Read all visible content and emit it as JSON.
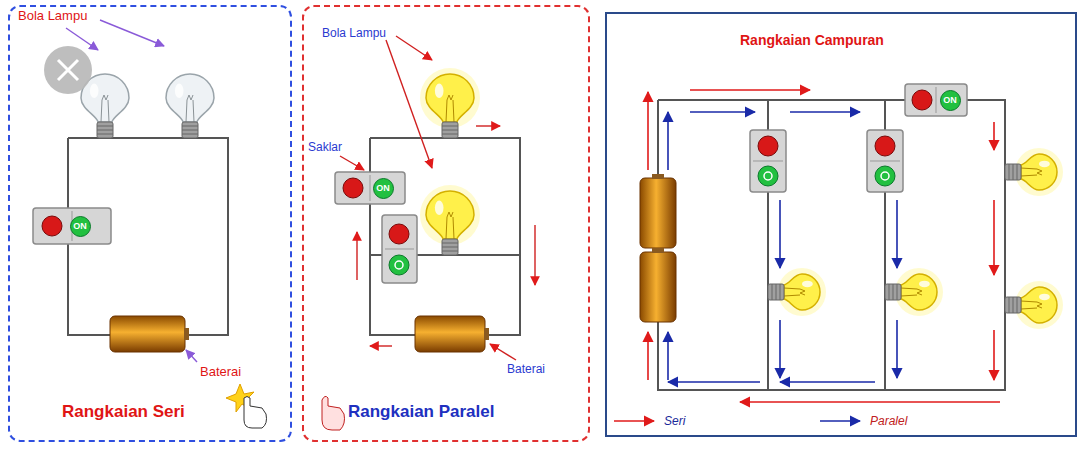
{
  "diagram": {
    "nodes": [
      {
        "text": [
          "Rangkaian Seri"
        ]
      },
      {
        "text": [
          "ON"
        ],
        "in": 0
      },
      {
        "text": [
          "Rangkaian Paralel"
        ]
      },
      {
        "text": [
          "ON"
        ],
        "in": 2
      },
      {
        "text": [
          "Rangkaian Campuran"
        ]
      },
      {
        "text": [
          "ON"
        ],
        "in": 4
      }
    ],
    "labels": [
      "Bola Lampu",
      "Baterai",
      "Bola Lampu",
      "Saklar",
      "Baterai"
    ],
    "legend": [
      {
        "text": "Seri"
      },
      {
        "text": "Paralel"
      }
    ]
  }
}
